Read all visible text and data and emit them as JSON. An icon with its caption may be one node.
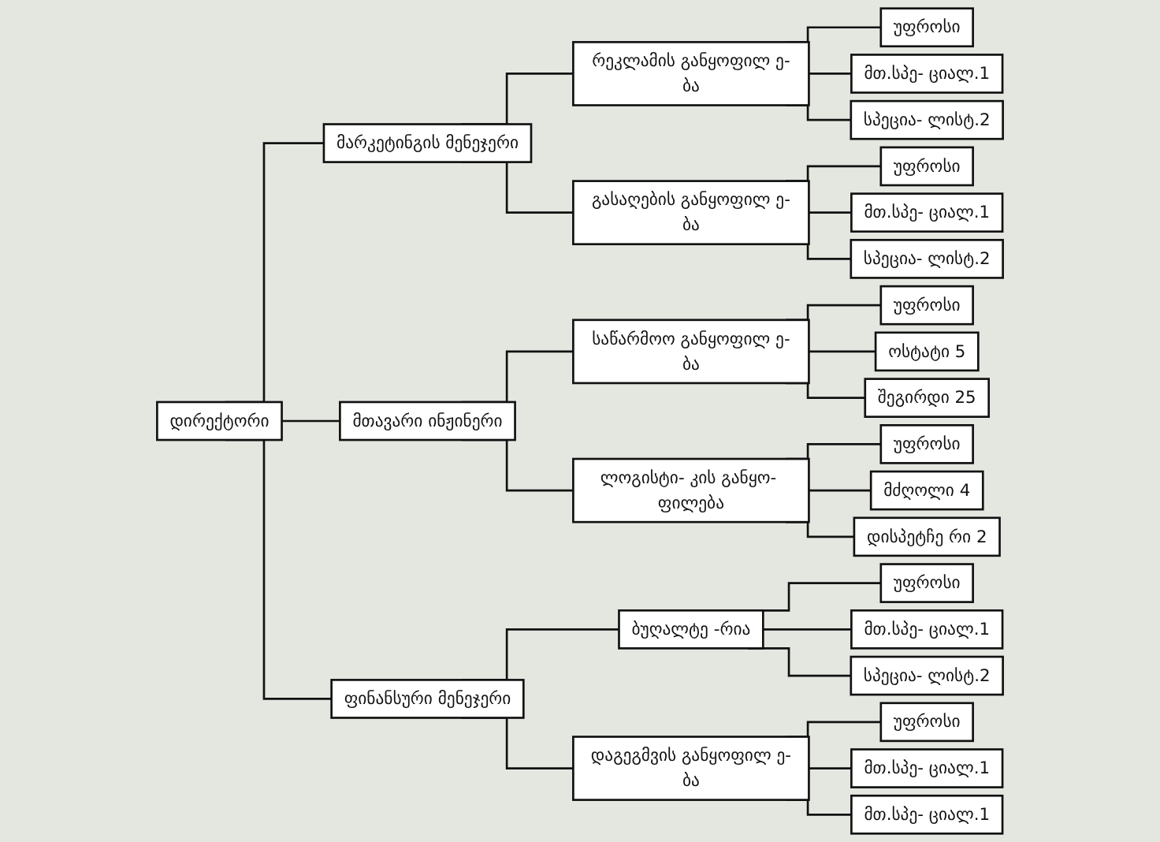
{
  "diagram": {
    "nodes": [
      {
        "text": [
          "დირექტორი"
        ]
      },
      {
        "text": [
          "მარკეტინგის მენეჯერი"
        ]
      },
      {
        "text": [
          "მთავარი ინჟინერი"
        ]
      },
      {
        "text": [
          "ფინანსური მენეჯერი"
        ]
      },
      {
        "text": [
          "რეკლამის განყოფილ ე-ბა"
        ]
      },
      {
        "text": [
          "გასაღების განყოფილ ე-ბა"
        ]
      },
      {
        "text": [
          "საწარმოო განყოფილ ე-ბა"
        ]
      },
      {
        "text": [
          "ლოგისტი- კის განყო- ფილება"
        ]
      },
      {
        "text": [
          "ბუღალტე -რია"
        ]
      },
      {
        "text": [
          "დაგეგმვის განყოფილ ე-ბა"
        ]
      },
      {
        "text": [
          "უფროსი"
        ]
      },
      {
        "text": [
          "უფროსი"
        ]
      },
      {
        "text": [
          "უფროსი"
        ]
      },
      {
        "text": [
          "უფროსი"
        ]
      },
      {
        "text": [
          "უფროსი"
        ]
      },
      {
        "text": [
          "უფროსი"
        ]
      },
      {
        "text": [
          "მთ.სპე- ციალ.1"
        ]
      },
      {
        "text": [
          "მთ.სპე- ციალ.1"
        ]
      },
      {
        "text": [
          "ოსტატი 5"
        ]
      },
      {
        "text": [
          "მძღოლი 4"
        ]
      },
      {
        "text": [
          "მთ.სპე- ციალ.1"
        ]
      },
      {
        "text": [
          "მთ.სპე- ციალ.1"
        ]
      },
      {
        "text": [
          "სპეცია- ლისტ.2"
        ]
      },
      {
        "text": [
          "სპეცია- ლისტ.2"
        ]
      },
      {
        "text": [
          "შეგირდი 25"
        ]
      },
      {
        "text": [
          "დისპეტჩე რი 2"
        ]
      },
      {
        "text": [
          "სპეცია- ლისტ.2"
        ]
      },
      {
        "text": [
          "მთ.სპე- ციალ.1"
        ]
      }
    ],
    "edges": [
      {
        "from": 0,
        "to": 1,
        "arrow": "none"
      },
      {
        "from": 0,
        "to": 2,
        "arrow": "none"
      },
      {
        "from": 0,
        "to": 3,
        "arrow": "none"
      },
      {
        "from": 1,
        "to": 4,
        "arrow": "none"
      },
      {
        "from": 1,
        "to": 5,
        "arrow": "none"
      },
      {
        "from": 2,
        "to": 6,
        "arrow": "none"
      },
      {
        "from": 2,
        "to": 7,
        "arrow": "none"
      },
      {
        "from": 3,
        "to": 8,
        "arrow": "none"
      },
      {
        "from": 3,
        "to": 9,
        "arrow": "none"
      },
      {
        "from": 4,
        "to": 10,
        "arrow": "none"
      },
      {
        "from": 4,
        "to": 16,
        "arrow": "none"
      },
      {
        "from": 4,
        "to": 22,
        "arrow": "none"
      },
      {
        "from": 5,
        "to": 11,
        "arrow": "none"
      },
      {
        "from": 5,
        "to": 17,
        "arrow": "none"
      },
      {
        "from": 5,
        "to": 23,
        "arrow": "none"
      },
      {
        "from": 6,
        "to": 12,
        "arrow": "none"
      },
      {
        "from": 6,
        "to": 18,
        "arrow": "none"
      },
      {
        "from": 6,
        "to": 24,
        "arrow": "none"
      },
      {
        "from": 7,
        "to": 13,
        "arrow": "none"
      },
      {
        "from": 7,
        "to": 19,
        "arrow": "none"
      },
      {
        "from": 7,
        "to": 25,
        "arrow": "none"
      },
      {
        "from": 8,
        "to": 14,
        "arrow": "none"
      },
      {
        "from": 8,
        "to": 20,
        "arrow": "none"
      },
      {
        "from": 8,
        "to": 26,
        "arrow": "none"
      },
      {
        "from": 9,
        "to": 15,
        "arrow": "none"
      },
      {
        "from": 9,
        "to": 21,
        "arrow": "none"
      },
      {
        "from": 9,
        "to": 27,
        "arrow": "none"
      }
    ]
  }
}
